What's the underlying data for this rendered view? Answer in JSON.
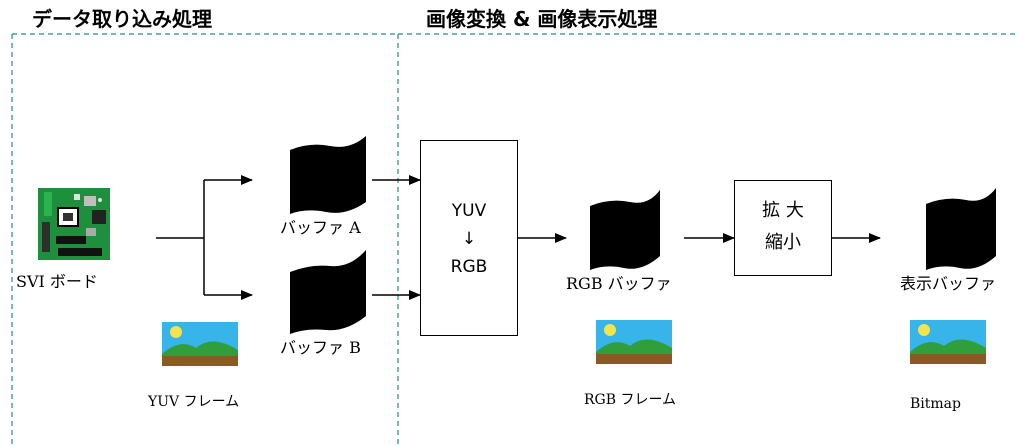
{
  "sections": {
    "capture_title": "データ取り込み処理",
    "convert_title": "画像変換 & 画像表示処理"
  },
  "source": {
    "label": "SVI ボード"
  },
  "buffers": {
    "a_label": "バッファ A",
    "b_label": "バッファ B",
    "rgb_label": "RGB バッファ",
    "display_label": "表示バッファ"
  },
  "converter": {
    "line1": "YUV",
    "arrow": "↓",
    "line2": "RGB"
  },
  "scaler": {
    "line1": "拡 大",
    "line2": "縮小"
  },
  "frames": {
    "yuv_label": "YUV フレーム",
    "rgb_label": "RGB フレーム",
    "bitmap_label": "Bitmap"
  },
  "colors": {
    "border_dash": "#2a8a84",
    "board_green": "#1e8f3c",
    "sky": "#37b4ea",
    "hill": "#2f9e3b",
    "ground": "#8a5a24",
    "sun": "#f4e34a"
  }
}
